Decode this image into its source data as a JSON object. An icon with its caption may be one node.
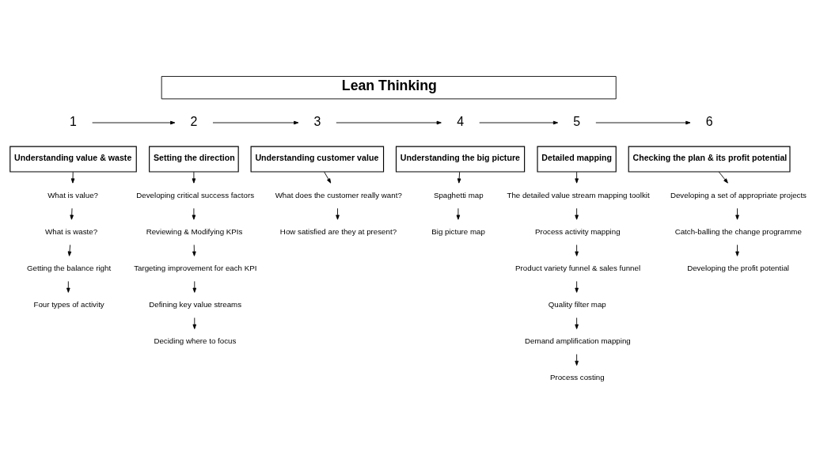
{
  "diagram": {
    "nodes": [
      {
        "text": [
          "Lean Thinking"
        ]
      },
      {
        "text": [
          "1"
        ]
      },
      {
        "text": [
          "Understanding value & waste"
        ]
      },
      {
        "text": [
          "What is value?"
        ]
      },
      {
        "text": [
          "What is waste?"
        ]
      },
      {
        "text": [
          "Getting the balance right"
        ]
      },
      {
        "text": [
          "Four types of activity"
        ]
      },
      {
        "text": [
          "2"
        ]
      },
      {
        "text": [
          "Setting the direction"
        ]
      },
      {
        "text": [
          "Developing critical success factors"
        ]
      },
      {
        "text": [
          "Reviewing & Modifying KPIs"
        ]
      },
      {
        "text": [
          "Targeting improvement for each KPI"
        ]
      },
      {
        "text": [
          "Defining key value streams"
        ]
      },
      {
        "text": [
          "Deciding where to focus"
        ]
      },
      {
        "text": [
          "3"
        ]
      },
      {
        "text": [
          "Understanding customer value"
        ]
      },
      {
        "text": [
          "What does the customer really want?"
        ]
      },
      {
        "text": [
          "How satisfied are they at present?"
        ]
      },
      {
        "text": [
          "4"
        ]
      },
      {
        "text": [
          "Understanding the big picture"
        ]
      },
      {
        "text": [
          "Spaghetti map"
        ]
      },
      {
        "text": [
          "Big picture map"
        ]
      },
      {
        "text": [
          "5"
        ]
      },
      {
        "text": [
          "Detailed mapping"
        ]
      },
      {
        "text": [
          "The detailed value stream mapping toolkit"
        ]
      },
      {
        "text": [
          "Process activity mapping"
        ]
      },
      {
        "text": [
          "Product variety funnel & sales funnel"
        ]
      },
      {
        "text": [
          "Quality filter map"
        ]
      },
      {
        "text": [
          "Demand amplification mapping"
        ]
      },
      {
        "text": [
          "Process costing"
        ]
      },
      {
        "text": [
          "6"
        ]
      },
      {
        "text": [
          "Checking the plan & its profit potential"
        ]
      },
      {
        "text": [
          "Developing a set of appropriate projects"
        ]
      },
      {
        "text": [
          "Catch-balling the change programme"
        ]
      },
      {
        "text": [
          "Developing the profit potential"
        ]
      }
    ],
    "edges": [
      {
        "from": 1,
        "to": 7,
        "arrow": "to"
      },
      {
        "from": 7,
        "to": 14,
        "arrow": "to"
      },
      {
        "from": 14,
        "to": 18,
        "arrow": "to"
      },
      {
        "from": 18,
        "to": 22,
        "arrow": "to"
      },
      {
        "from": 22,
        "to": 30,
        "arrow": "to"
      },
      {
        "from": 2,
        "to": 3,
        "arrow": "to"
      },
      {
        "from": 3,
        "to": 4,
        "arrow": "to"
      },
      {
        "from": 4,
        "to": 5,
        "arrow": "to"
      },
      {
        "from": 5,
        "to": 6,
        "arrow": "to"
      },
      {
        "from": 8,
        "to": 9,
        "arrow": "to"
      },
      {
        "from": 9,
        "to": 10,
        "arrow": "to"
      },
      {
        "from": 10,
        "to": 11,
        "arrow": "to"
      },
      {
        "from": 11,
        "to": 12,
        "arrow": "to"
      },
      {
        "from": 12,
        "to": 13,
        "arrow": "to"
      },
      {
        "from": 15,
        "to": 16,
        "arrow": "to"
      },
      {
        "from": 16,
        "to": 17,
        "arrow": "to"
      },
      {
        "from": 19,
        "to": 20,
        "arrow": "to"
      },
      {
        "from": 20,
        "to": 21,
        "arrow": "to"
      },
      {
        "from": 23,
        "to": 24,
        "arrow": "to"
      },
      {
        "from": 24,
        "to": 25,
        "arrow": "to"
      },
      {
        "from": 25,
        "to": 26,
        "arrow": "to"
      },
      {
        "from": 26,
        "to": 27,
        "arrow": "to"
      },
      {
        "from": 27,
        "to": 28,
        "arrow": "to"
      },
      {
        "from": 28,
        "to": 29,
        "arrow": "to"
      },
      {
        "from": 31,
        "to": 32,
        "arrow": "to"
      },
      {
        "from": 32,
        "to": 33,
        "arrow": "to"
      },
      {
        "from": 33,
        "to": 34,
        "arrow": "to"
      }
    ]
  }
}
